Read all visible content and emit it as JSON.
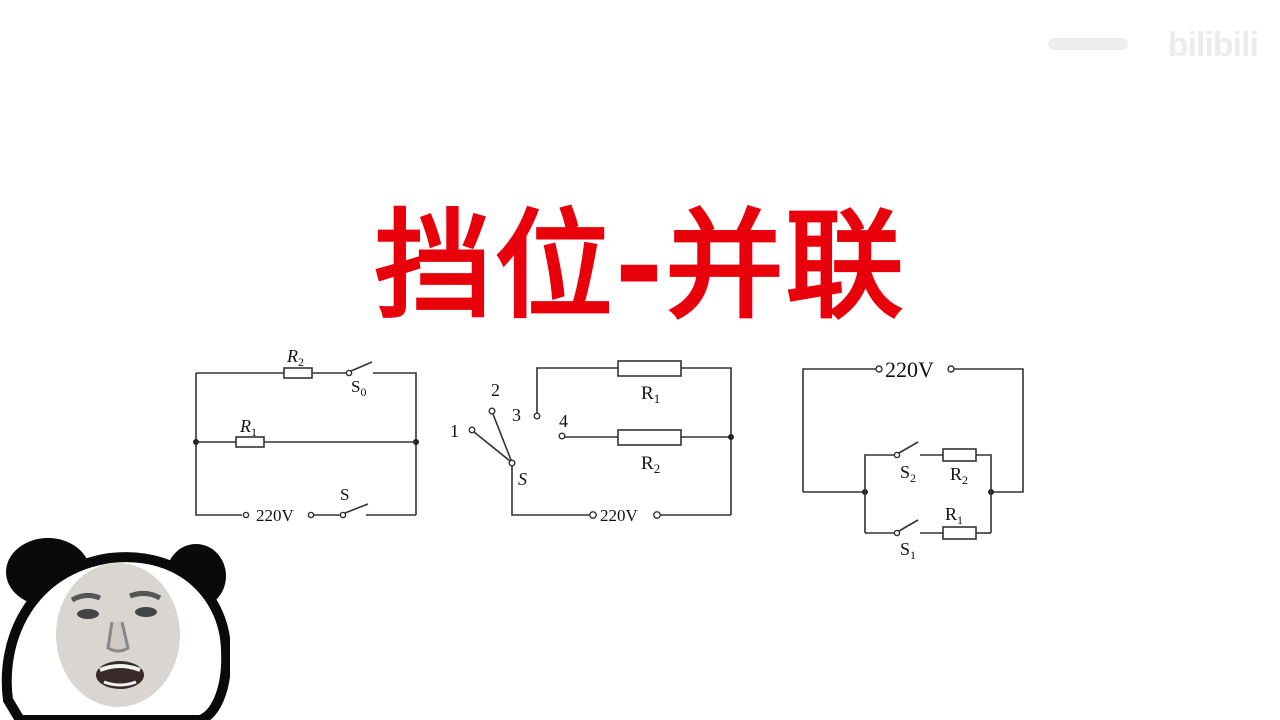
{
  "watermark": {
    "logo_text": "bilibili"
  },
  "title": "挡位-并联",
  "circuits": [
    {
      "labels": {
        "r2": "R",
        "r2_sub": "2",
        "s0": "S",
        "s0_sub": "0",
        "r1": "R",
        "r1_sub": "1",
        "voltage": "220V",
        "s": "S"
      }
    },
    {
      "labels": {
        "t1": "1",
        "t2": "2",
        "t3": "3",
        "t4": "4",
        "r1": "R",
        "r1_sub": "1",
        "r2": "R",
        "r2_sub": "2",
        "s": "S",
        "voltage": "220V"
      }
    },
    {
      "labels": {
        "voltage": "220V",
        "s2": "S",
        "s2_sub": "2",
        "r2": "R",
        "r2_sub": "2",
        "r1": "R",
        "r1_sub": "1",
        "s1": "S",
        "s1_sub": "1"
      }
    }
  ],
  "colors": {
    "title": "#e8000b",
    "wire": "#333333",
    "panda_ear": "#0a0a0a"
  },
  "sticker": {
    "icon": "panda-meme-face-icon"
  }
}
